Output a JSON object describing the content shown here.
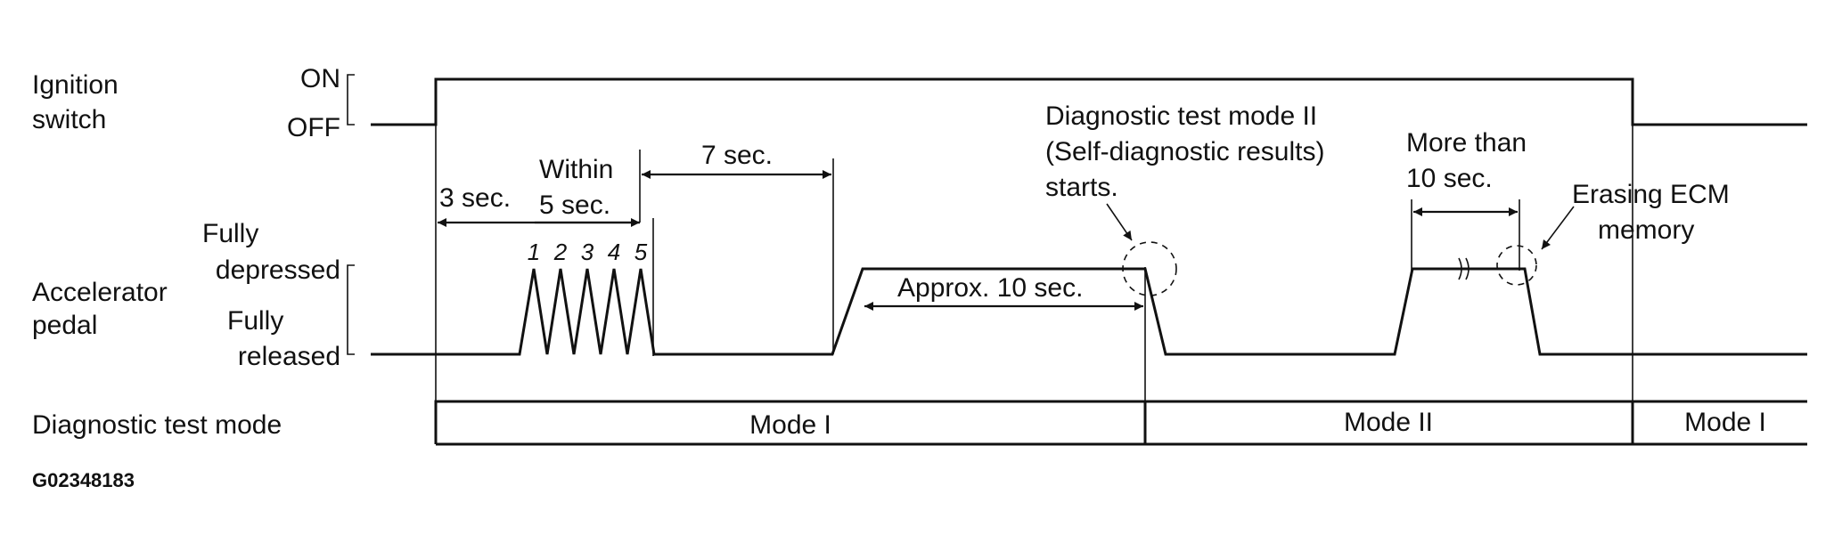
{
  "labels": {
    "ignition": [
      "Ignition",
      "switch"
    ],
    "on": "ON",
    "off": "OFF",
    "accelerator": [
      "Accelerator",
      "pedal"
    ],
    "fully_depressed": [
      "Fully",
      "depressed"
    ],
    "fully_released": [
      "Fully",
      "released"
    ],
    "test_mode": "Diagnostic test mode",
    "code": "G02348183"
  },
  "annotations": {
    "t3": "3 sec.",
    "within": [
      "Within",
      "5 sec."
    ],
    "press_numbers": [
      "1",
      "2",
      "3",
      "4",
      "5"
    ],
    "t7": "7 sec.",
    "approx10": "Approx. 10 sec.",
    "mode2_start": [
      "Diagnostic test mode II",
      "(Self-diagnostic results)",
      "starts."
    ],
    "more_than": [
      "More than",
      "10 sec."
    ],
    "erasing": [
      "Erasing ECM",
      "memory"
    ]
  },
  "modes": [
    "Mode I",
    "Mode II",
    "Mode I"
  ]
}
